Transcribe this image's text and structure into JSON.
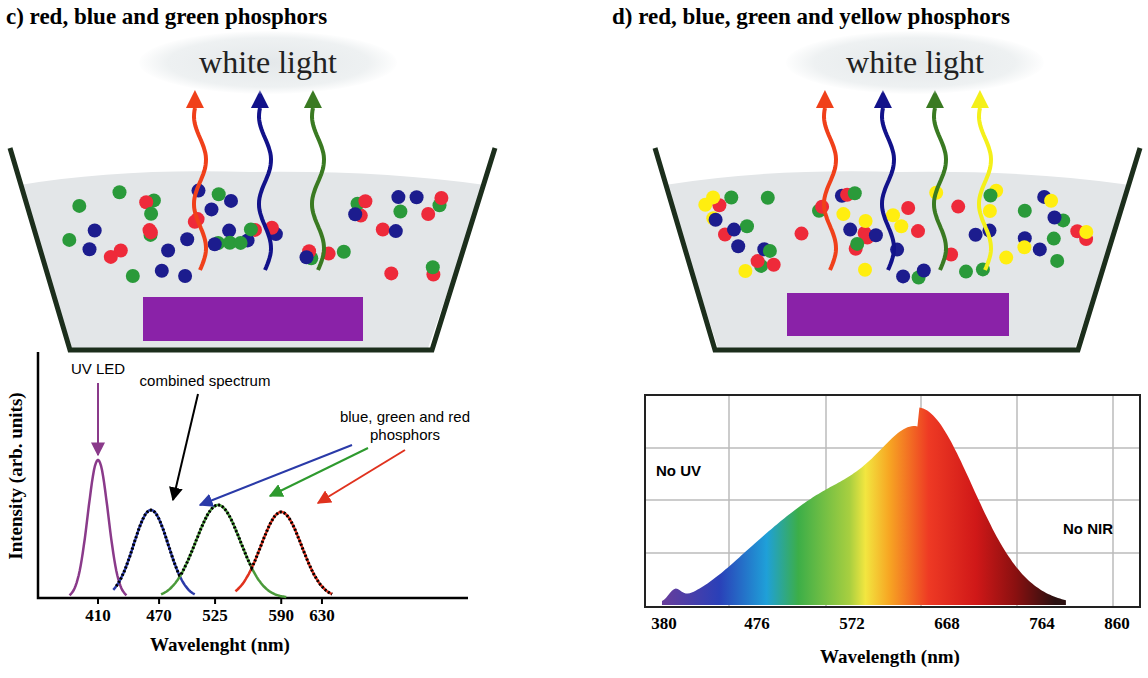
{
  "diagram": {
    "nodes": [
      {
        "text": [
          "white light"
        ]
      },
      {
        "text": [
          "white light"
        ]
      }
    ],
    "labels": [
      "c) red, blue and green phosphors",
      "d) red, blue, green and yellow phosphors",
      "UV LED",
      "combined spectrum",
      "blue, green and red phosphors",
      "Intensity (arb. units)",
      "410",
      "470",
      "525",
      "590",
      "630",
      "Wavelenght (nm)",
      "No UV",
      "No NIR",
      "380",
      "476",
      "572",
      "668",
      "764",
      "860",
      "Wavelength (nm)"
    ]
  }
}
